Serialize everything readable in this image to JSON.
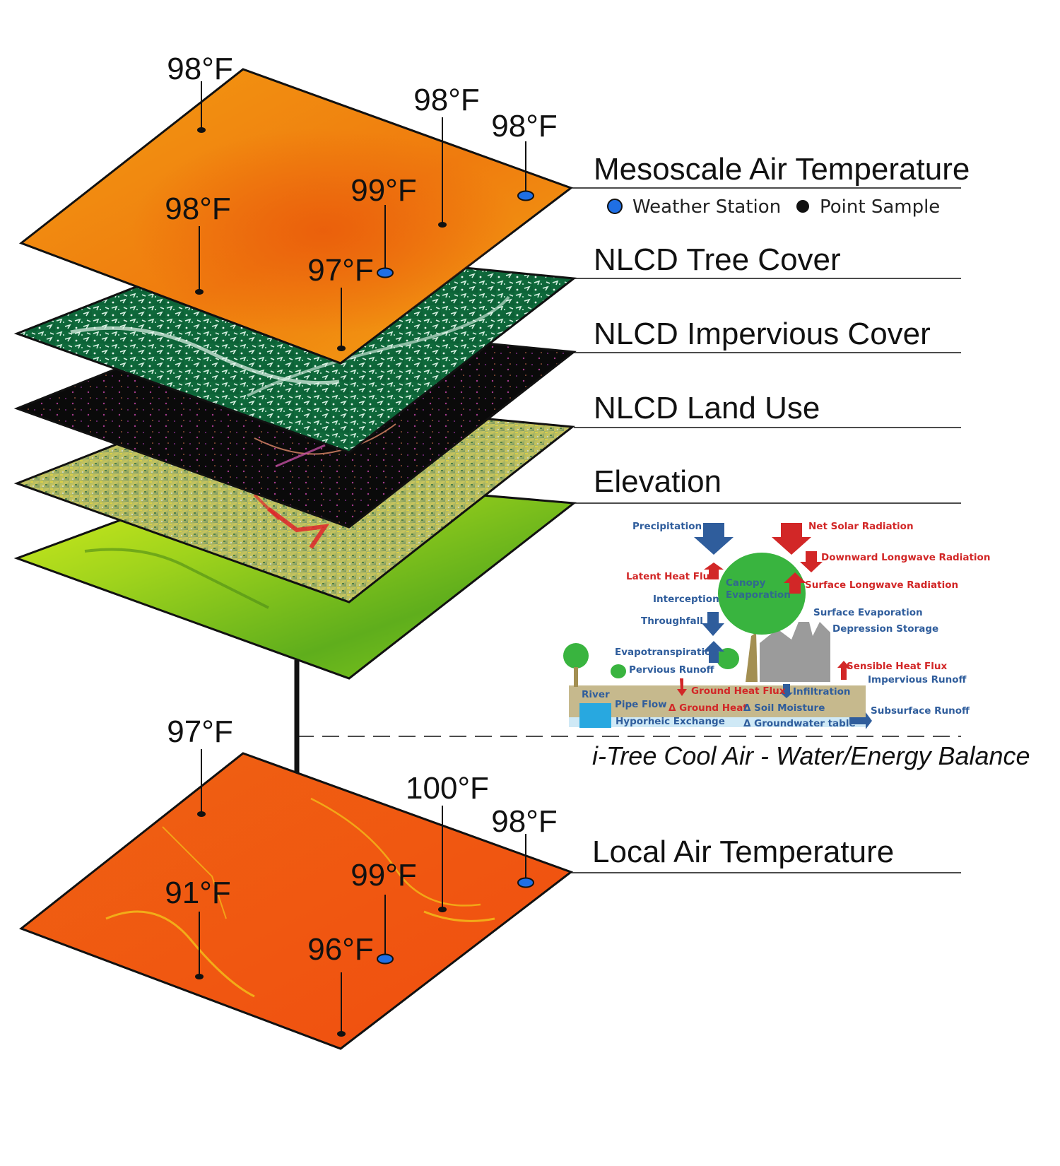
{
  "layers": {
    "mesoscale": "Mesoscale Air Temperature",
    "tree_cover": "NLCD Tree Cover",
    "impervious": "NLCD Impervious Cover",
    "land_use": "NLCD Land Use",
    "elevation": "Elevation",
    "local": "Local Air Temperature"
  },
  "legend": {
    "weather_station": "Weather Station",
    "point_sample": "Point Sample"
  },
  "mesoscale_temps": [
    "98°F",
    "98°F",
    "98°F",
    "98°F",
    "99°F",
    "97°F"
  ],
  "local_temps": [
    "97°F",
    "100°F",
    "98°F",
    "91°F",
    "99°F",
    "96°F"
  ],
  "model": {
    "title": "i-Tree Cool Air - Water/Energy Balance",
    "processes": {
      "precipitation": "Precipitation",
      "net_solar": "Net Solar Radiation",
      "downward_longwave": "Downward Longwave Radiation",
      "latent_heat": "Latent Heat Flux",
      "canopy": "Canopy",
      "evaporation": "Evaporation",
      "surface_longwave": "Surface Longwave Radiation",
      "interception": "Interception",
      "throughfall": "Throughfall",
      "surface_evaporation": "Surface Evaporation",
      "depression_storage": "Depression Storage",
      "evapotranspiration": "Evapotranspiration",
      "pervious_runoff": "Pervious Runoff",
      "sensible_heat": "Sensible Heat Flux",
      "impervious_runoff": "Impervious Runoff",
      "ground_heat_flux": "Ground Heat Flux",
      "infiltration": "Infiltration",
      "river": "River",
      "pipe_flow": "Pipe Flow",
      "delta_ground_heat": "Δ Ground Heat",
      "delta_soil_moisture": "Δ Soil Moisture",
      "subsurface_runoff": "Subsurface Runoff",
      "hyporheic": "Hyporheic Exchange",
      "delta_groundwater": "Δ Groundwater table"
    }
  },
  "colors": {
    "mesoscale_orange": "#f08a10",
    "tree_green": "#0d6b3a",
    "impervious_black": "#0a0a0a",
    "land_use_mix": "#8fa34a",
    "elevation_green": "#7cc51a",
    "local_orange": "#ef5a10",
    "station_blue": "#1f6fe5",
    "blue_text": "#2f5d9c",
    "red_text": "#d22727"
  }
}
